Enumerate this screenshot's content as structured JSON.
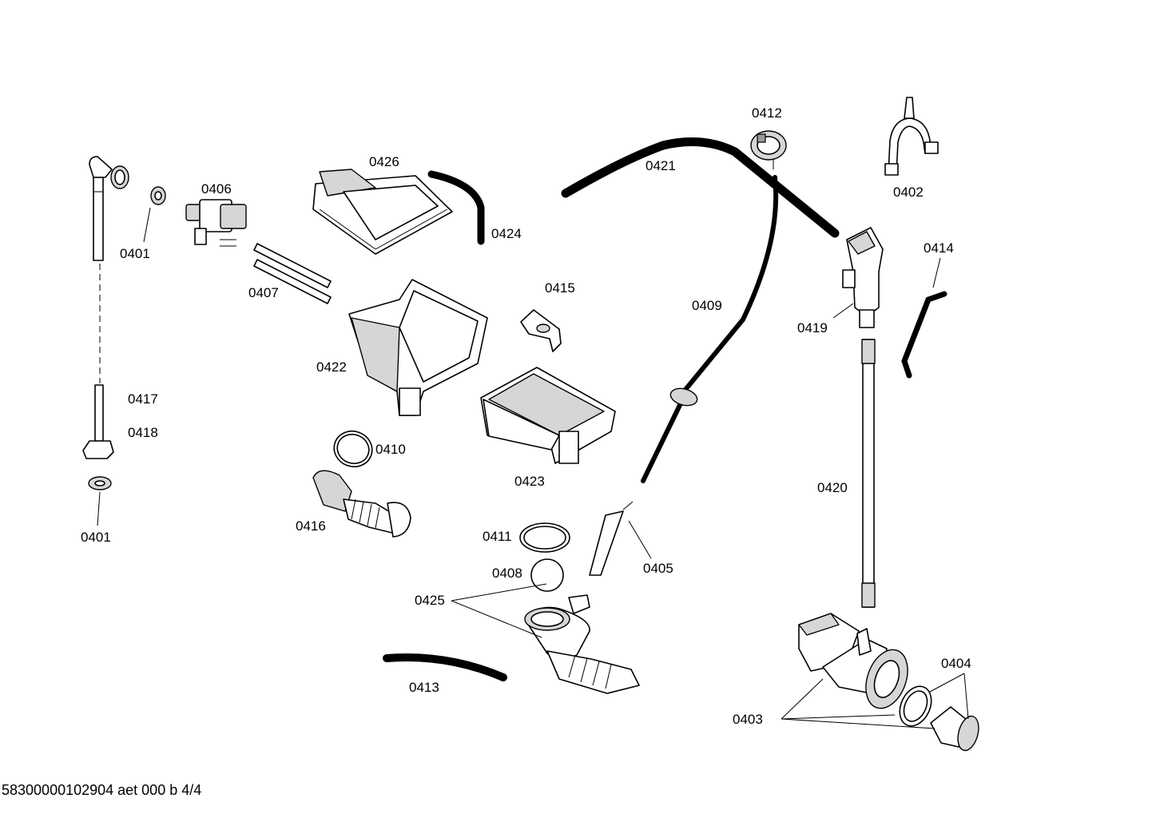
{
  "labels": {
    "p0401a": "0401",
    "p0401b": "0401",
    "p0402": "0402",
    "p0403": "0403",
    "p0404": "0404",
    "p0405": "0405",
    "p0406": "0406",
    "p0407": "0407",
    "p0408": "0408",
    "p0409": "0409",
    "p0410": "0410",
    "p0411": "0411",
    "p0412": "0412",
    "p0413": "0413",
    "p0414": "0414",
    "p0415": "0415",
    "p0416": "0416",
    "p0417": "0417",
    "p0418": "0418",
    "p0419": "0419",
    "p0420": "0420",
    "p0421": "0421",
    "p0422": "0422",
    "p0423": "0423",
    "p0424": "0424",
    "p0425": "0425",
    "p0426": "0426"
  },
  "footer": "58300000102904 aet 000 b 4/4"
}
